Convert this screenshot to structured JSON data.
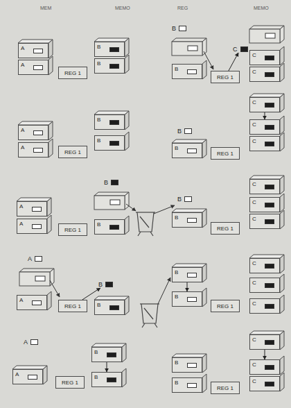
{
  "diagram": {
    "nodes": [
      {
        "text": [
          "A"
        ]
      },
      {
        "text": [
          "A"
        ]
      },
      {
        "text": [
          "REG 1"
        ]
      },
      {
        "text": [
          "B"
        ]
      },
      {
        "text": [
          "B"
        ]
      },
      {
        "text": [
          "A"
        ]
      },
      {
        "text": [
          "A"
        ]
      },
      {
        "text": [
          "REG 1"
        ]
      },
      {
        "text": [
          "B"
        ]
      },
      {
        "text": [
          "B"
        ]
      },
      {
        "text": [
          "B"
        ]
      },
      {
        "text": [
          "A"
        ]
      },
      {
        "text": [
          "A"
        ]
      },
      {
        "text": [
          "REG 1"
        ]
      },
      {
        "text": [
          "B"
        ]
      },
      {
        "text": [
          "A"
        ]
      },
      {
        "text": [
          "A"
        ]
      },
      {
        "text": [
          "REG 1"
        ]
      },
      {
        "text": [
          "B"
        ]
      },
      {
        "text": [
          "B"
        ]
      },
      {
        "text": [
          "A"
        ]
      },
      {
        "text": [
          "A"
        ]
      },
      {
        "text": [
          "REG 1"
        ]
      },
      {
        "text": [
          "B"
        ]
      },
      {
        "text": [
          "B"
        ]
      },
      {
        "text": [
          "B"
        ]
      },
      {
        "text": [
          "B"
        ]
      },
      {
        "text": [
          "REG 1"
        ]
      },
      {
        "text": [
          "C"
        ]
      },
      {
        "text": [
          "C"
        ]
      },
      {
        "text": [
          "C"
        ]
      },
      {
        "text": [
          "C"
        ]
      },
      {
        "text": [
          "C"
        ]
      },
      {
        "text": [
          "C"
        ]
      },
      {
        "text": [
          "B"
        ]
      },
      {
        "text": [
          "B"
        ]
      },
      {
        "text": [
          "REG 1"
        ]
      },
      {
        "text": [
          "B"
        ]
      },
      {
        "text": [
          "B"
        ]
      },
      {
        "text": [
          "REG 1"
        ]
      },
      {
        "text": [
          "C"
        ]
      },
      {
        "text": [
          "C"
        ]
      },
      {
        "text": [
          "C"
        ]
      },
      {
        "text": [
          "B"
        ]
      },
      {
        "text": [
          "B"
        ]
      },
      {
        "text": [
          "REG 1"
        ]
      },
      {
        "text": [
          "C"
        ]
      },
      {
        "text": [
          "C"
        ]
      },
      {
        "text": [
          "C"
        ]
      },
      {
        "text": [
          "B"
        ]
      },
      {
        "text": [
          "B"
        ]
      },
      {
        "text": [
          "REG 1"
        ]
      },
      {
        "text": [
          "C"
        ]
      },
      {
        "text": [
          "C"
        ]
      },
      {
        "text": [
          "C"
        ]
      }
    ],
    "edges": [
      {
        "from": 17,
        "to": 18,
        "arrow": "to"
      },
      {
        "from": 23,
        "to": 24,
        "arrow": "to"
      },
      {
        "from": 27,
        "to": 28,
        "arrow": "to"
      },
      {
        "from": 31,
        "to": 32,
        "arrow": "to"
      },
      {
        "from": 43,
        "to": 44,
        "arrow": "to"
      },
      {
        "from": 52,
        "to": 53,
        "arrow": "to"
      }
    ],
    "labels": [
      "MEM",
      "MEMO",
      "REG",
      "MEMO"
    ]
  }
}
